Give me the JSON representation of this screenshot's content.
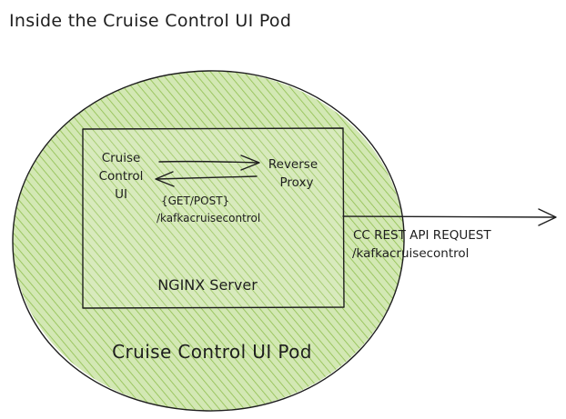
{
  "title": "Inside the Cruise Control UI Pod",
  "pod": {
    "label": "Cruise Control UI Pod",
    "fill_color": "#d3e8b4",
    "hatch_color": "#8fbf4e"
  },
  "server": {
    "label": "NGINX Server"
  },
  "cruise_control_ui": {
    "line1": "Cruise",
    "line2": "Control",
    "line3": "UI"
  },
  "reverse_proxy": {
    "line1": "Reverse",
    "line2": "Proxy"
  },
  "internal_request": {
    "line1": "{GET/POST}",
    "line2": "/kafkacruisecontrol"
  },
  "external_request": {
    "line1": "CC REST API REQUEST",
    "line2": "/kafkacruisecontrol"
  }
}
